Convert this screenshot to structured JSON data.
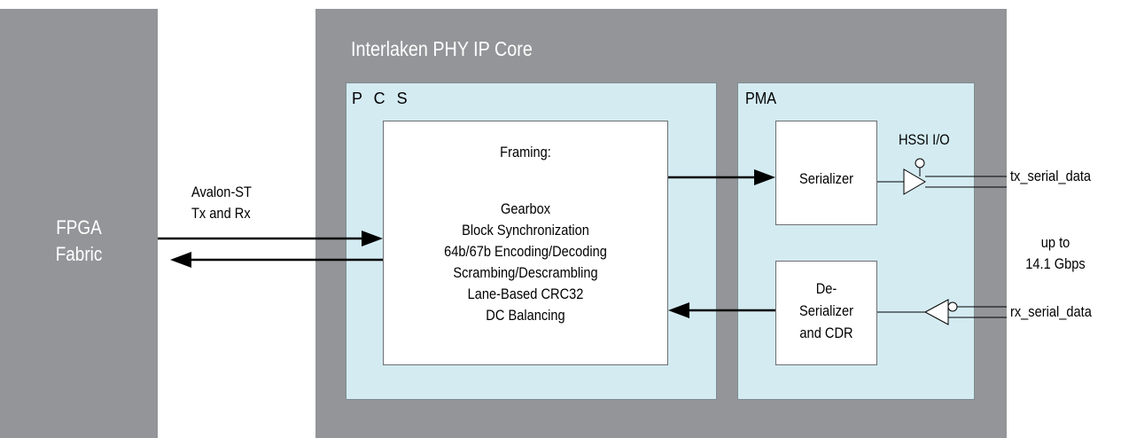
{
  "fpga": {
    "label_line1": "FPGA",
    "label_line2": "Fabric"
  },
  "core": {
    "title": "Interlaken PHY IP Core"
  },
  "pcs": {
    "label": "P C S",
    "framing_title": "Framing:",
    "functions": [
      "Gearbox",
      "Block Synchronization",
      "64b/67b Encoding/Decoding",
      "Scrambing/Descrambling",
      "Lane-Based CRC32",
      "DC Balancing"
    ]
  },
  "pma": {
    "label": "PMA",
    "serializer": "Serializer",
    "deserializer_lines": [
      "De-",
      "Serializer",
      "and CDR"
    ]
  },
  "interface": {
    "line1": "Avalon-ST",
    "line2": "Tx and Rx"
  },
  "io": {
    "hssi_label": "HSSI I/O",
    "tx_signal": "tx_serial_data",
    "rx_signal": "rx_serial_data",
    "rate_line1": "up to",
    "rate_line2": "14.1 Gbps"
  }
}
